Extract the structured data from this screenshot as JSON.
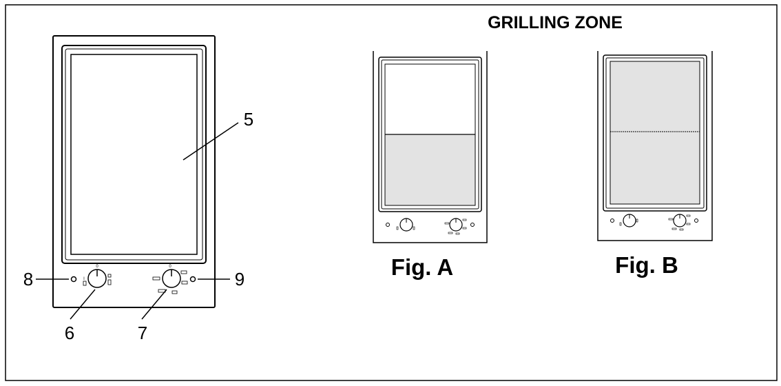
{
  "title": "GRILLING ZONE",
  "callouts": {
    "zone": "5",
    "left_knob": "6",
    "right_knob": "7",
    "left_indicator": "8",
    "right_indicator": "9"
  },
  "figures": {
    "a": "Fig. A",
    "b": "Fig. B"
  },
  "colors": {
    "line": "#000000",
    "active_zone": "#e3e3e3"
  }
}
